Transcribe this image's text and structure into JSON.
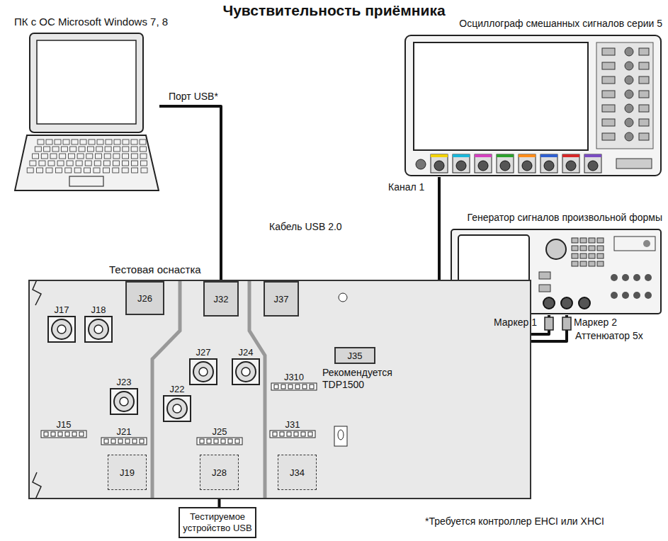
{
  "diagram": {
    "title": "Чувствительность приёмника",
    "nodes": [
      {
        "text": [
          "ПК с ОС Microsoft Windows 7, 8"
        ]
      },
      {
        "text": [
          "Осциллограф смешанных сигналов серии 5"
        ]
      },
      {
        "text": [
          "Генератор сигналов произвольной формы"
        ]
      },
      {
        "text": [
          "Тестовая оснастка"
        ]
      },
      {
        "text": [
          "J26"
        ],
        "in": 3
      },
      {
        "text": [
          "J32"
        ],
        "in": 3
      },
      {
        "text": [
          "J37"
        ],
        "in": 3
      },
      {
        "text": [
          "J17"
        ],
        "in": 3
      },
      {
        "text": [
          "J18"
        ],
        "in": 3
      },
      {
        "text": [
          "J27"
        ],
        "in": 3
      },
      {
        "text": [
          "J24"
        ],
        "in": 3
      },
      {
        "text": [
          "J35"
        ],
        "in": 3
      },
      {
        "text": [
          "J310"
        ],
        "in": 3
      },
      {
        "text": [
          "J23"
        ],
        "in": 3
      },
      {
        "text": [
          "J22"
        ],
        "in": 3
      },
      {
        "text": [
          "J15"
        ],
        "in": 3
      },
      {
        "text": [
          "J21"
        ],
        "in": 3
      },
      {
        "text": [
          "J25"
        ],
        "in": 3
      },
      {
        "text": [
          "J31"
        ],
        "in": 3
      },
      {
        "text": [
          "J19"
        ],
        "in": 3
      },
      {
        "text": [
          "J28"
        ],
        "in": 3
      },
      {
        "text": [
          "J34"
        ],
        "in": 3
      },
      {
        "text": [
          "Тестируемое устройство USB"
        ]
      }
    ],
    "edges": [
      {
        "from": 0,
        "to": 5,
        "arrow": "none"
      },
      {
        "from": 1,
        "to": 17,
        "arrow": "none"
      },
      {
        "from": 2,
        "to": 9,
        "arrow": "none"
      },
      {
        "from": 2,
        "to": 10,
        "arrow": "none"
      },
      {
        "from": 22,
        "to": 20,
        "arrow": "none"
      }
    ],
    "labels": [
      "Порт USB*",
      "Кабель USB 2.0",
      "Канал 1",
      "Маркер 1",
      "Маркер 2",
      "Аттенюатор 5x",
      "Рекомендуется TDP1500",
      "*Требуется контроллер EHCI или XHCI"
    ]
  }
}
